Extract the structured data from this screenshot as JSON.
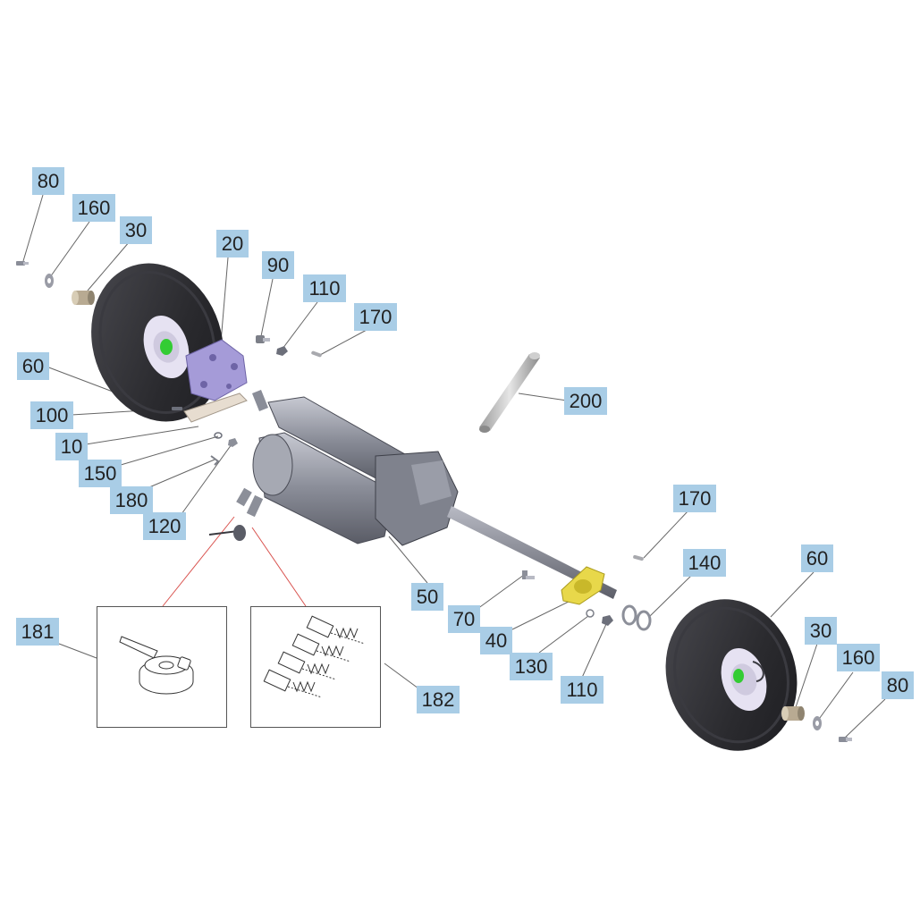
{
  "callouts": [
    {
      "id": "80a",
      "label": "80"
    },
    {
      "id": "160a",
      "label": "160"
    },
    {
      "id": "30a",
      "label": "30"
    },
    {
      "id": "20",
      "label": "20"
    },
    {
      "id": "90",
      "label": "90"
    },
    {
      "id": "110a",
      "label": "110"
    },
    {
      "id": "170a",
      "label": "170"
    },
    {
      "id": "60a",
      "label": "60"
    },
    {
      "id": "100",
      "label": "100"
    },
    {
      "id": "10",
      "label": "10"
    },
    {
      "id": "150",
      "label": "150"
    },
    {
      "id": "180",
      "label": "180"
    },
    {
      "id": "120",
      "label": "120"
    },
    {
      "id": "200",
      "label": "200"
    },
    {
      "id": "170b",
      "label": "170"
    },
    {
      "id": "140",
      "label": "140"
    },
    {
      "id": "60b",
      "label": "60"
    },
    {
      "id": "50",
      "label": "50"
    },
    {
      "id": "70",
      "label": "70"
    },
    {
      "id": "40",
      "label": "40"
    },
    {
      "id": "130",
      "label": "130"
    },
    {
      "id": "110b",
      "label": "110"
    },
    {
      "id": "30b",
      "label": "30"
    },
    {
      "id": "160b",
      "label": "160"
    },
    {
      "id": "80b",
      "label": "80"
    },
    {
      "id": "181",
      "label": "181"
    },
    {
      "id": "182",
      "label": "182"
    }
  ],
  "colors": {
    "callout_bg": "#a9cde6",
    "leader": "#555555",
    "red_leader": "#d9534f",
    "tire": "#2f2f34",
    "rim": "#e6e2f2",
    "hub": "#33cc33",
    "bracket": "#a59bd8",
    "flange": "#e8d84a",
    "motor": "#8c8f99"
  }
}
